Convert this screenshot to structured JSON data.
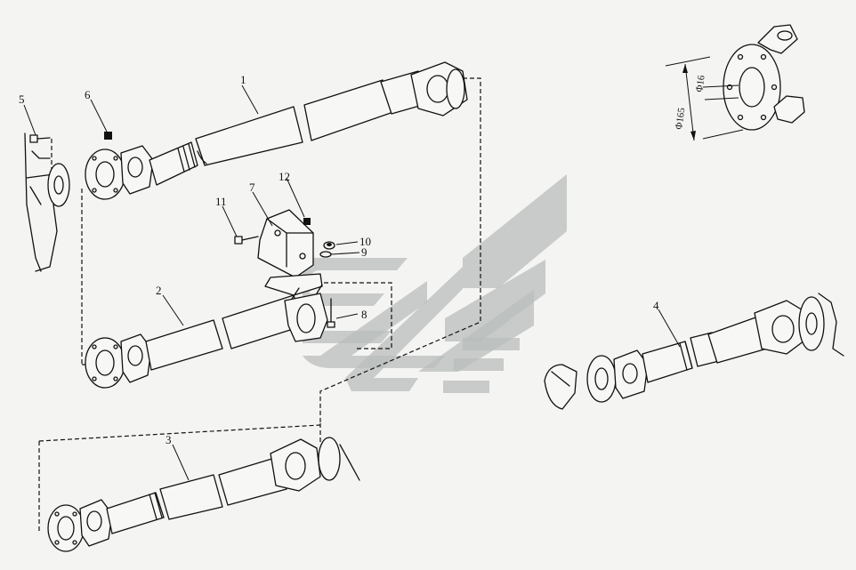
{
  "callouts": {
    "c1": "1",
    "c2": "2",
    "c3": "3",
    "c4": "4",
    "c5": "5",
    "c6": "6",
    "c7": "7",
    "c8": "8",
    "c9": "9",
    "c10": "10",
    "c11": "11",
    "c12": "12"
  },
  "dimensions": {
    "d1": "Φ165",
    "d2": "Φ16"
  },
  "colors": {
    "line": "#111111",
    "watermark": "#b9bebb",
    "background": "#f4f4f2"
  }
}
